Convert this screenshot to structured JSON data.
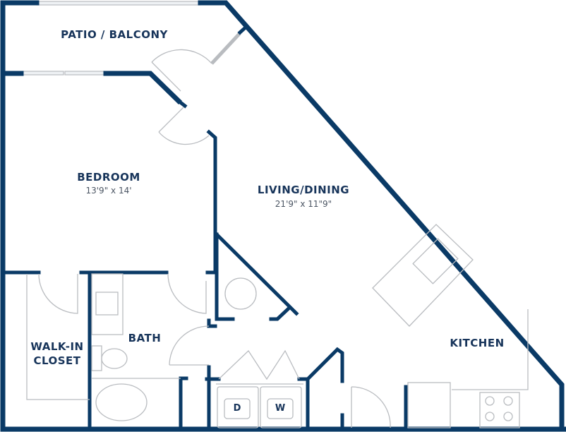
{
  "floorplan": {
    "wall_color": "#0a3a66",
    "fixture_color": "#b9bcc0",
    "rooms": [
      {
        "id": "patio",
        "name": "PATIO / BALCONY",
        "dimensions": ""
      },
      {
        "id": "bedroom",
        "name": "BEDROOM",
        "dimensions": "13'9\" x 14'"
      },
      {
        "id": "living",
        "name": "LIVING/DINING",
        "dimensions": "21'9\" x 11\"9\""
      },
      {
        "id": "closet",
        "name": "WALK-IN\nCLOSET",
        "name_line1": "WALK-IN",
        "name_line2": "CLOSET",
        "dimensions": ""
      },
      {
        "id": "bath",
        "name": "BATH",
        "dimensions": ""
      },
      {
        "id": "kitchen",
        "name": "KITCHEN",
        "dimensions": ""
      }
    ],
    "appliances": {
      "dryer": "D",
      "washer": "W"
    }
  }
}
